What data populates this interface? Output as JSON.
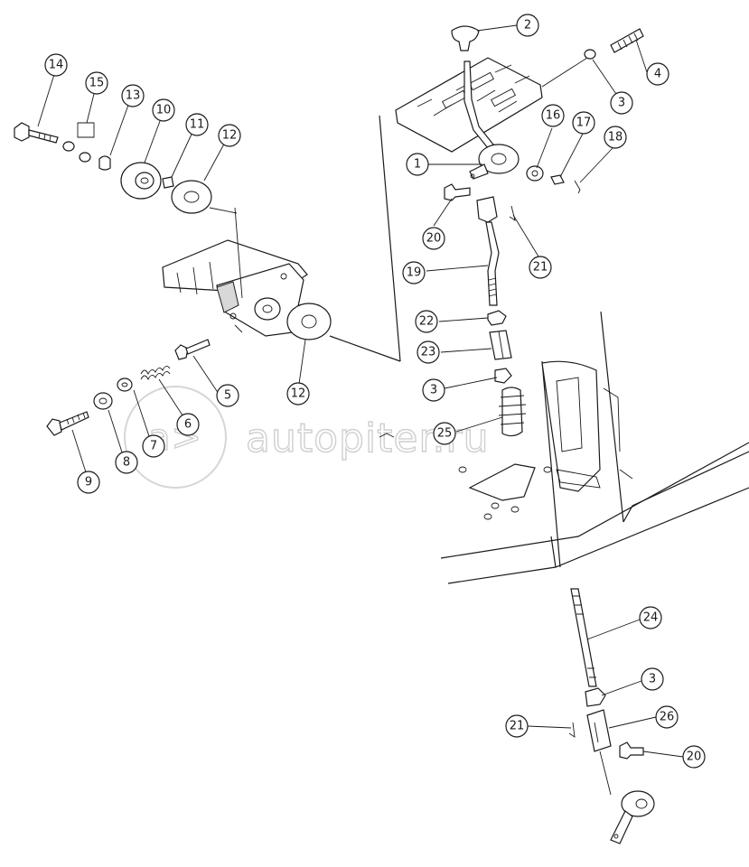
{
  "watermark": {
    "text": "autopiter.ru",
    "logo_text": "a>"
  },
  "callouts": [
    {
      "id": "c1",
      "label": "1"
    },
    {
      "id": "c2",
      "label": "2"
    },
    {
      "id": "c3a",
      "label": "3"
    },
    {
      "id": "c4",
      "label": "4"
    },
    {
      "id": "c5",
      "label": "5"
    },
    {
      "id": "c6",
      "label": "6"
    },
    {
      "id": "c7",
      "label": "7"
    },
    {
      "id": "c8",
      "label": "8"
    },
    {
      "id": "c9",
      "label": "9"
    },
    {
      "id": "c10",
      "label": "10"
    },
    {
      "id": "c11",
      "label": "11"
    },
    {
      "id": "c12a",
      "label": "12"
    },
    {
      "id": "c12b",
      "label": "12"
    },
    {
      "id": "c13",
      "label": "13"
    },
    {
      "id": "c14",
      "label": "14"
    },
    {
      "id": "c15",
      "label": "15"
    },
    {
      "id": "c16",
      "label": "16"
    },
    {
      "id": "c17",
      "label": "17"
    },
    {
      "id": "c18",
      "label": "18"
    },
    {
      "id": "c19",
      "label": "19"
    },
    {
      "id": "c20a",
      "label": "20"
    },
    {
      "id": "c21a",
      "label": "21"
    },
    {
      "id": "c22",
      "label": "22"
    },
    {
      "id": "c23",
      "label": "23"
    },
    {
      "id": "c3b",
      "label": "3"
    },
    {
      "id": "c25",
      "label": "25"
    },
    {
      "id": "c24",
      "label": "24"
    },
    {
      "id": "c3c",
      "label": "3"
    },
    {
      "id": "c21b",
      "label": "21"
    },
    {
      "id": "c26",
      "label": "26"
    },
    {
      "id": "c20b",
      "label": "20"
    }
  ],
  "colors": {
    "line": "#1a1a1a",
    "watermark": "#cfcfcf",
    "background": "#ffffff"
  }
}
